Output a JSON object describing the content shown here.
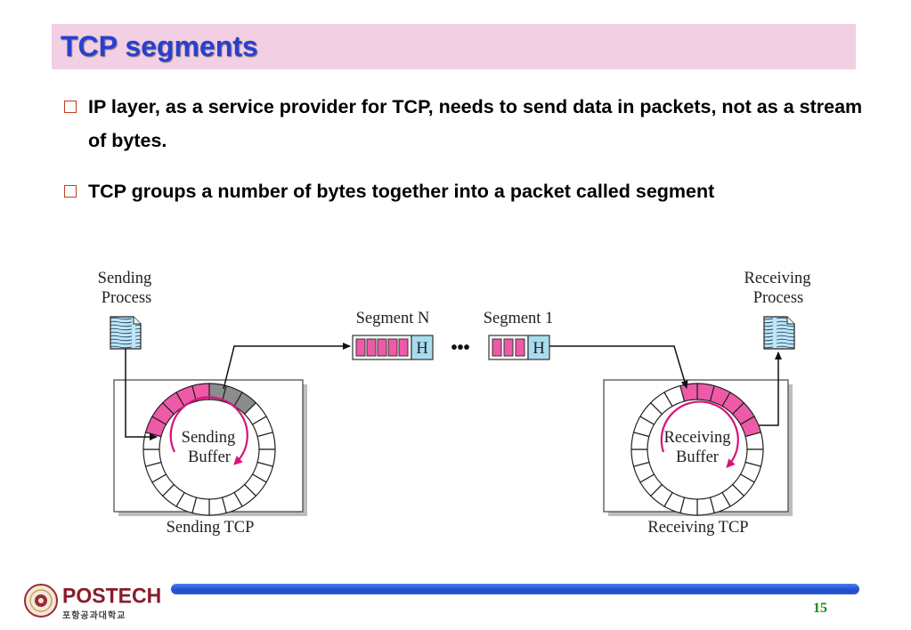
{
  "slide": {
    "title": "TCP segments",
    "bullets": [
      "IP layer, as a service provider for TCP, needs to send data in packets, not as a stream of bytes.",
      "TCP groups a number of bytes together into a packet called segment"
    ],
    "page_number": "15"
  },
  "diagram": {
    "sending_process_line1": "Sending",
    "sending_process_line2": "Process",
    "receiving_process_line1": "Receiving",
    "receiving_process_line2": "Process",
    "segment_n_label": "Segment N",
    "segment_1_label": "Segment 1",
    "header_label": "H",
    "ellipsis": "•••",
    "sending_buffer_line1": "Sending",
    "sending_buffer_line2": "Buffer",
    "receiving_buffer_line1": "Receiving",
    "receiving_buffer_line2": "Buffer",
    "sending_tcp_label": "Sending TCP",
    "receiving_tcp_label": "Receiving TCP",
    "colors": {
      "data_byte": "#ee5aa8",
      "sent_byte": "#8c8c8c",
      "header": "#a8dcef",
      "arrow_magenta": "#d4147c"
    }
  },
  "footer": {
    "logo_text": "POSTECH",
    "logo_subtext": "포항공과대학교"
  }
}
